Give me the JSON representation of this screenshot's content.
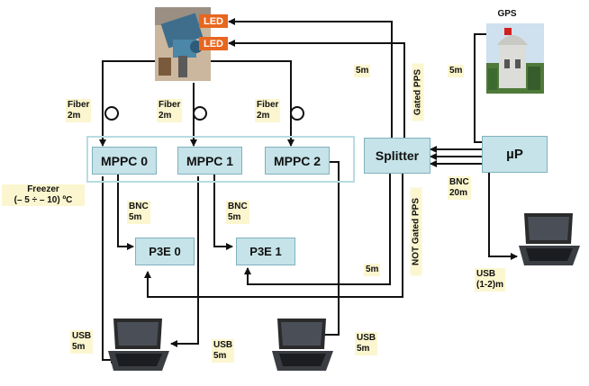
{
  "leds": [
    "LED",
    "LED"
  ],
  "gps_label": "GPS",
  "boxes": {
    "mppc0": "MPPC 0",
    "mppc1": "MPPC 1",
    "mppc2": "MPPC 2",
    "splitter": "Splitter",
    "up": "µP",
    "p3e0": "P3E 0",
    "p3e1": "P3E 1"
  },
  "labels": {
    "fiber0": [
      "Fiber",
      "2m"
    ],
    "fiber1": [
      "Fiber",
      "2m"
    ],
    "fiber2": [
      "Fiber",
      "2m"
    ],
    "bnc0": [
      "BNC",
      "5m"
    ],
    "bnc1": [
      "BNC",
      "5m"
    ],
    "bnc_up": [
      "BNC",
      "20m"
    ],
    "freezer": [
      "Freezer",
      "(– 5 ÷ – 10) ºC"
    ],
    "len_gated": "5m",
    "len_gps": "5m",
    "len_not_gated": "5m",
    "gated_pps": "Gated PPS",
    "not_gated_pps": "NOT Gated PPS",
    "usb_left": [
      "USB",
      "5m"
    ],
    "usb_mid": [
      "USB",
      "5m"
    ],
    "usb_right": [
      "USB",
      "5m"
    ],
    "usb_up": [
      "USB",
      "(1-2)m"
    ]
  },
  "colors": {
    "box_fill": "#c5e3e8",
    "box_border": "#7fb1bd",
    "label_fill": "#fbf6cf",
    "led_fill": "#e8661f",
    "line": "#111111"
  }
}
